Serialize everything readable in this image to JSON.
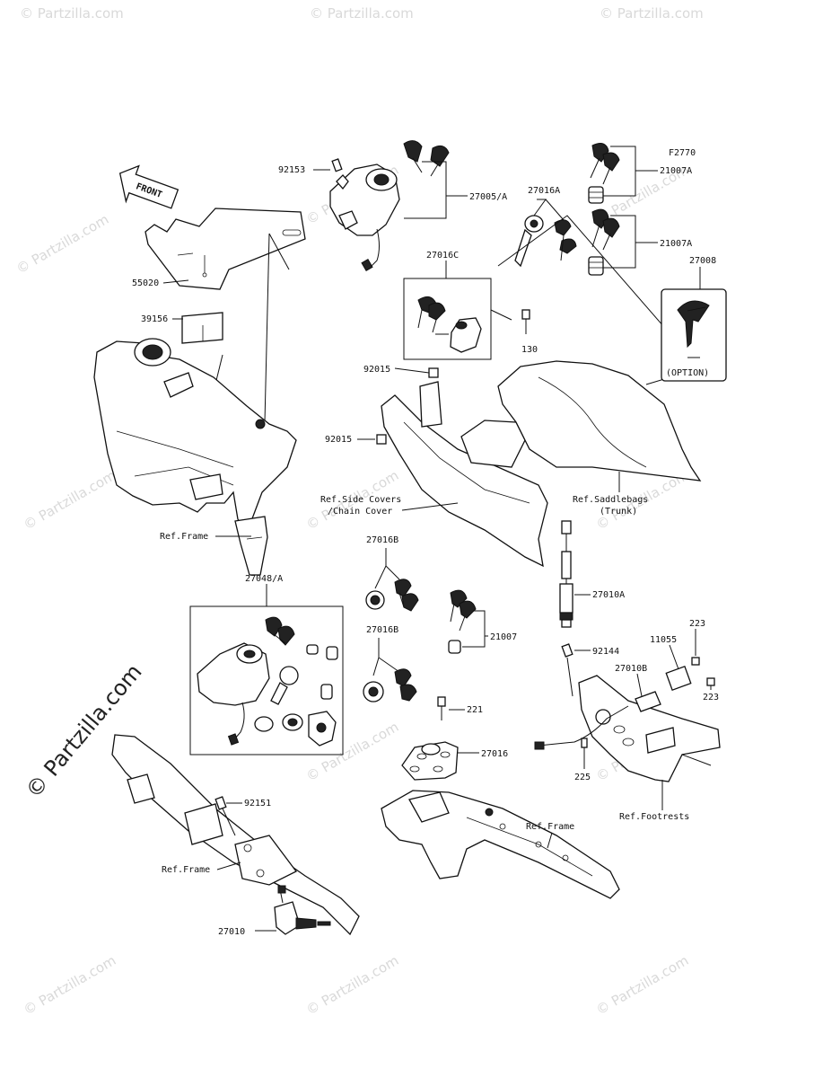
{
  "diagram_code": "F2770",
  "direction_label": "FRONT",
  "watermark": {
    "small": "© Partzilla.com",
    "big": "© Partzilla.com"
  },
  "labels": {
    "p92153": "92153",
    "p27005A": "27005/A",
    "p27016A": "27016A",
    "p21007A_1": "21007A",
    "p21007A_2": "21007A",
    "p27008": "27008",
    "option": "(OPTION)",
    "p55020": "55020",
    "p27016C": "27016C",
    "p39156": "39156",
    "p130": "130",
    "p92015_1": "92015",
    "p92015_2": "92015",
    "ref_side_covers_1": "Ref.Side Covers",
    "ref_side_covers_2": "/Chain Cover",
    "ref_saddlebags_1": "Ref.Saddlebags",
    "ref_saddlebags_2": "(Trunk)",
    "ref_frame_1": "Ref.Frame",
    "p27016B_1": "27016B",
    "p27048A": "27048/A",
    "p27010A": "27010A",
    "p27016B_2": "27016B",
    "p21007": "21007",
    "p92144": "92144",
    "p223_1": "223",
    "p11055": "11055",
    "p27010B": "27010B",
    "p223_2": "223",
    "p221": "221",
    "p27016": "27016",
    "p225": "225",
    "ref_footrests": "Ref.Footrests",
    "p92151": "92151",
    "ref_frame_2": "Ref.Frame",
    "ref_frame_3": "Ref.Frame",
    "p27010": "27010"
  }
}
